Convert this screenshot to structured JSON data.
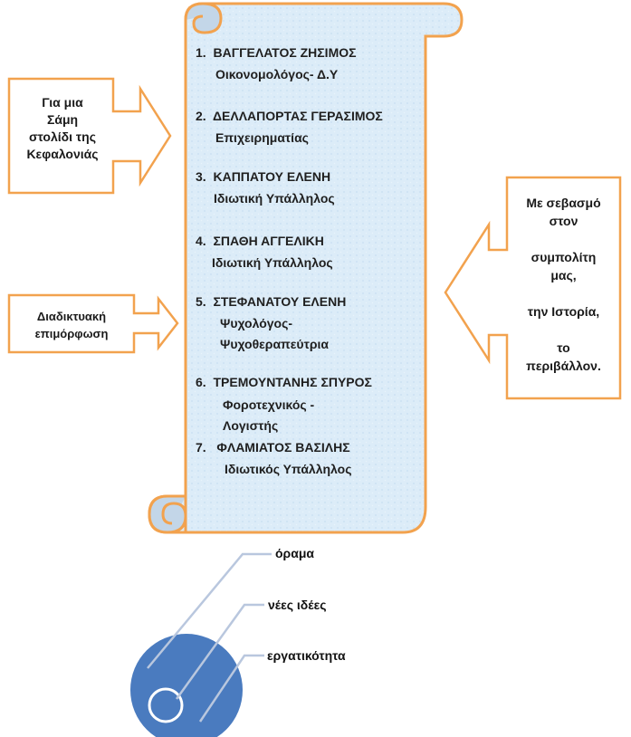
{
  "members": [
    {
      "number": "1.",
      "name": "ΒΑΓΓΕΛΑΤΟΣ ΖΗΣΙΜΟΣ",
      "role": "Οικονομολόγος- Δ.Υ"
    },
    {
      "number": "2.",
      "name": "ΔΕΛΛΑΠΟΡΤΑΣ ΓΕΡΑΣΙΜΟΣ",
      "role": "Επιχειρηματίας"
    },
    {
      "number": "3.",
      "name": "ΚΑΠΠΑΤΟΥ ΕΛΕΝΗ",
      "role": "Ιδιωτική Υπάλληλος"
    },
    {
      "number": "4.",
      "name": "ΣΠΑΘΗ ΑΓΓΕΛΙΚΗ",
      "role": "Ιδιωτική Υπάλληλος"
    },
    {
      "number": "5.",
      "name": "ΣΤΕΦΑΝΑΤΟΥ ΕΛΕΝΗ",
      "role": "Ψυχολόγος-",
      "role2": "Ψυχοθεραπεύτρια"
    },
    {
      "number": "6.",
      "name": "ΤΡΕΜΟΥΝΤΑΝΗΣ ΣΠΥΡΟΣ",
      "role": "Φοροτεχνικός -",
      "role2": "Λογιστής"
    },
    {
      "number": "7.",
      "name": "ΦΛΑΜΙΑΤΟΣ ΒΑΣΙΛΗΣ",
      "role": "Ιδιωτικός Υπάλληλος"
    }
  ],
  "callouts": {
    "samos": {
      "lines": [
        "Για μια",
        "Σάμη",
        "στολίδι της",
        "Κεφαλονιάς"
      ]
    },
    "online": {
      "lines": [
        "Διαδικτυακή",
        "επιμόρφωση"
      ]
    },
    "respect": {
      "lines": [
        "Με σεβασμό",
        "στον",
        "",
        "συμπολίτη",
        "μας,",
        "",
        "την Ιστορία,",
        "",
        "το",
        "περιβάλλον."
      ]
    }
  },
  "bottom_labels": [
    "όραμα",
    "νέες ιδέες",
    "εργατικότητα"
  ],
  "colors": {
    "scroll_fill": "#dfeef8",
    "scroll_border": "#f2a24e",
    "arrow_border": "#f2a24e",
    "disc_fill": "#4a7bbf",
    "leader_lines": "#b9c7de"
  }
}
